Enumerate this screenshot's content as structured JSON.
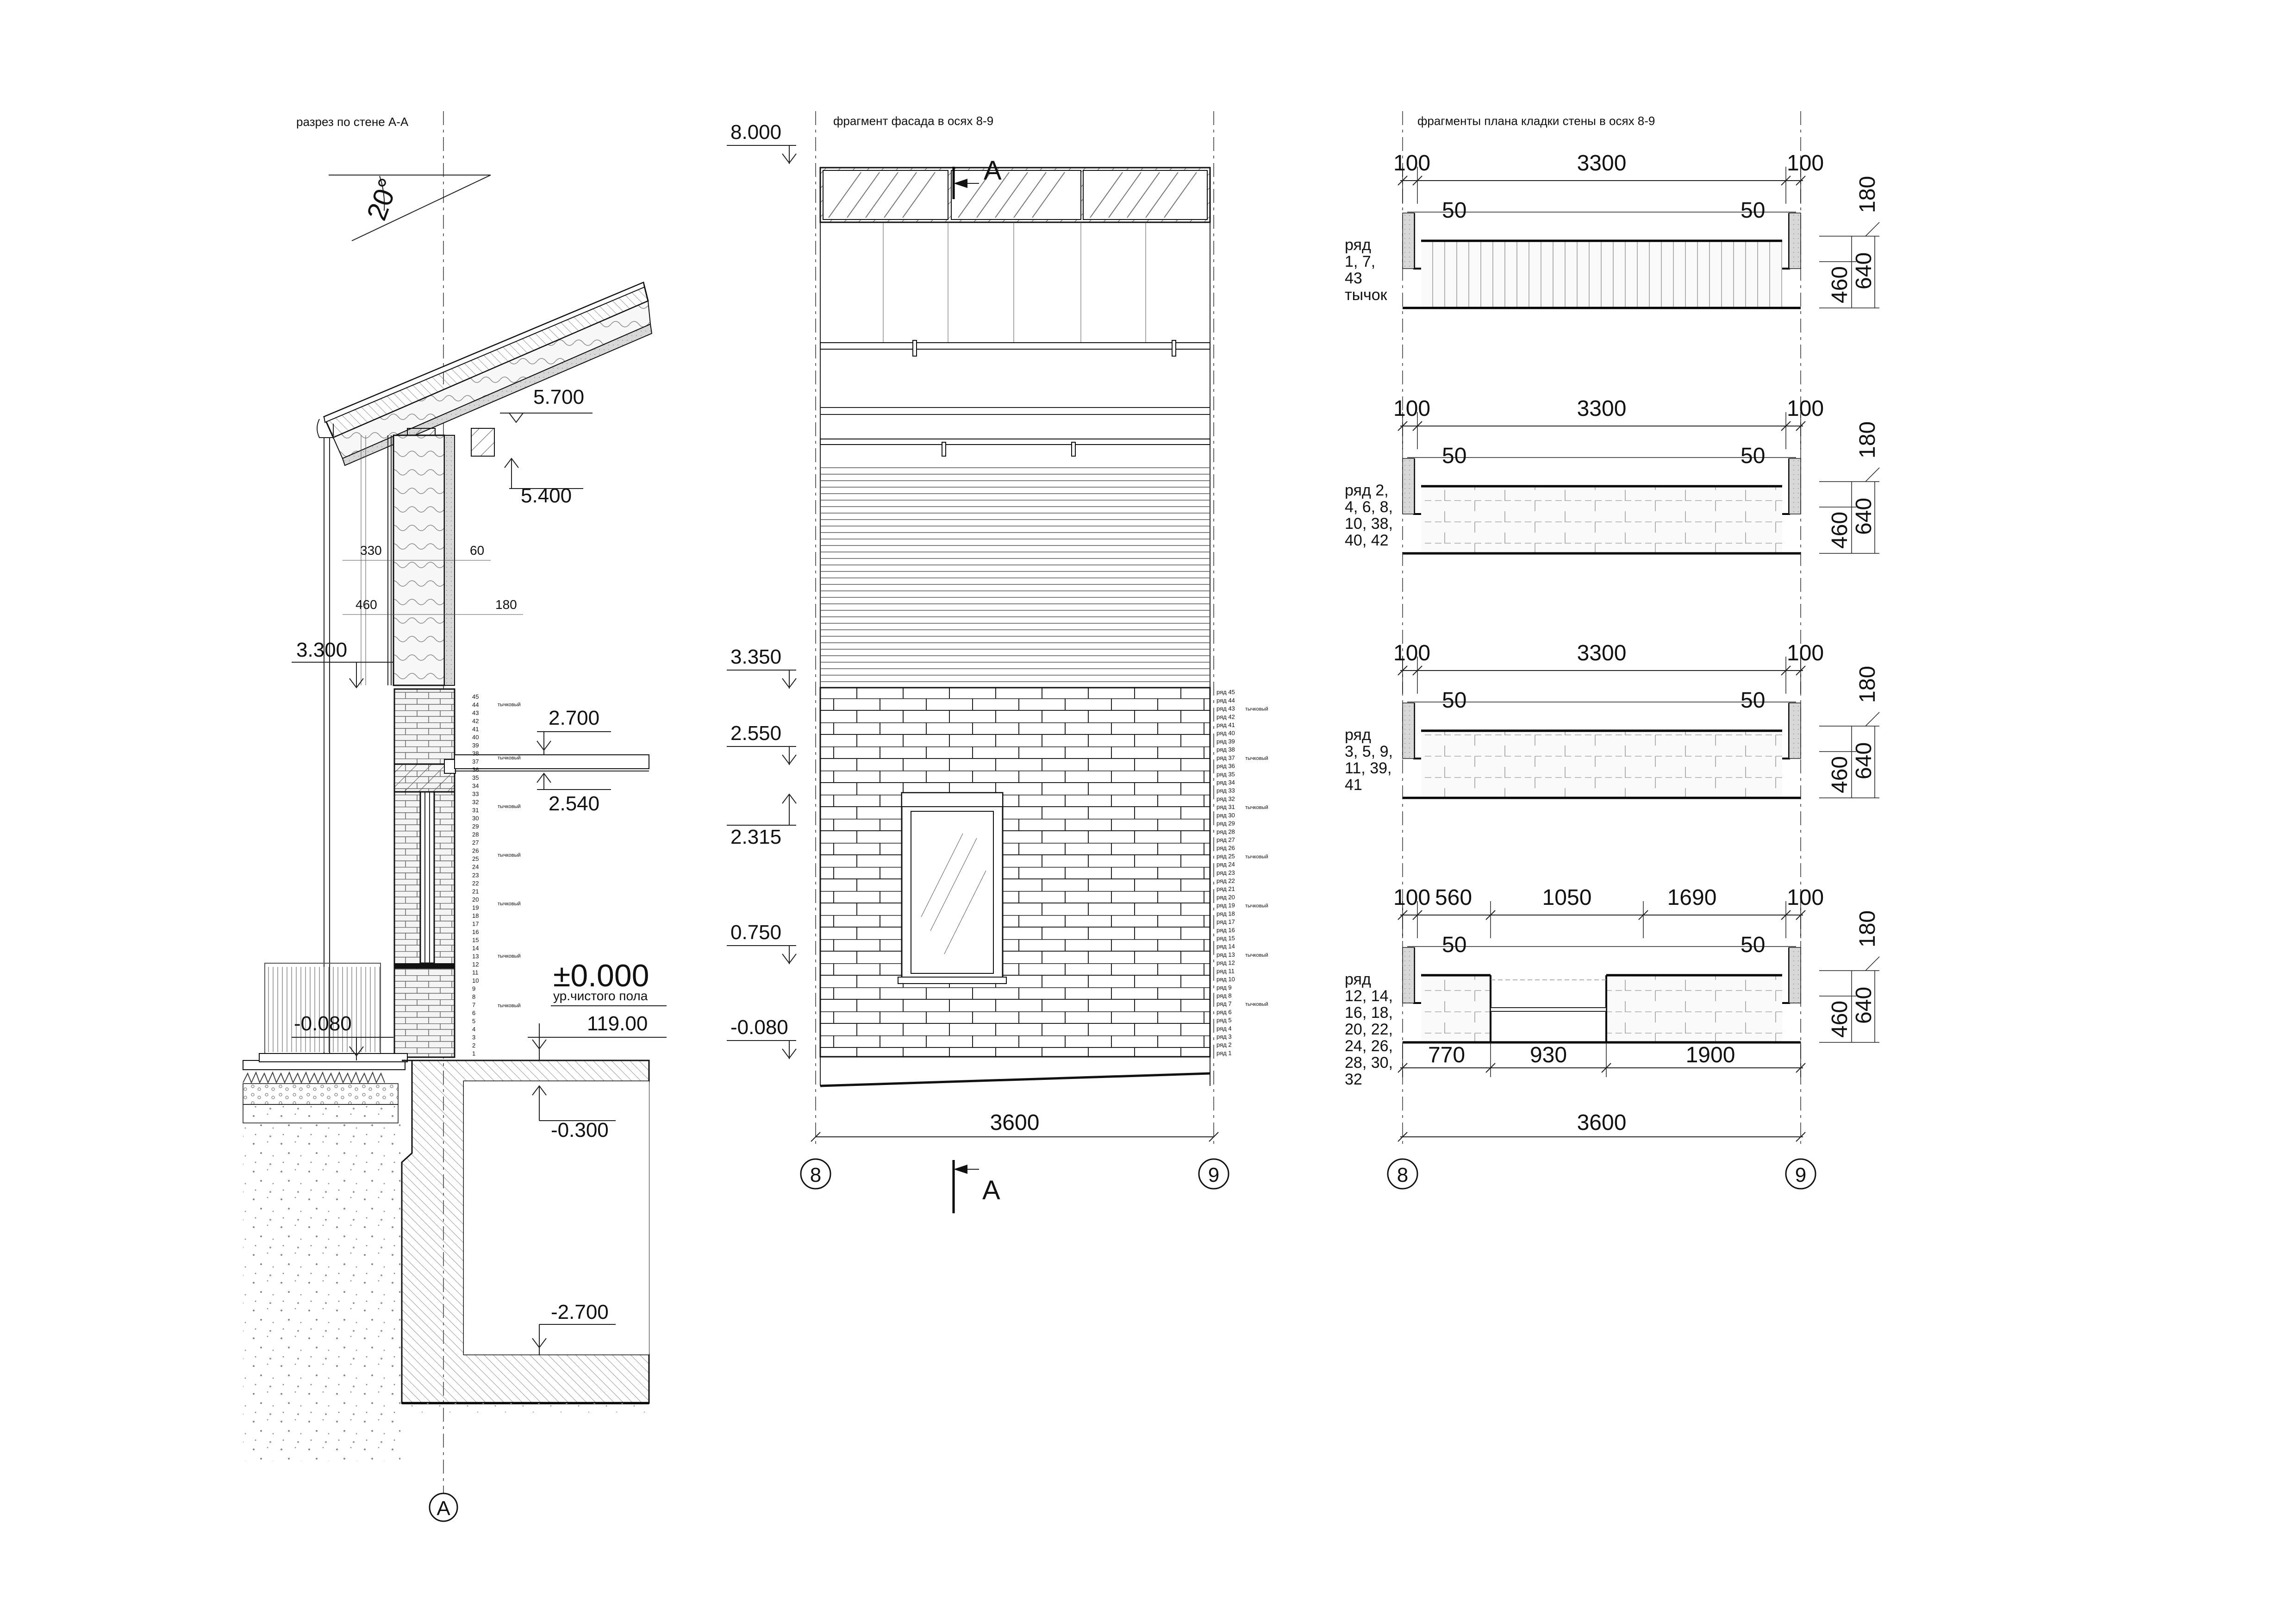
{
  "captions": {
    "section": "разрез по стене А-А",
    "facade": "фрагмент фасада в осях 8-9",
    "plans": "фрагменты плана кладки стены в осях 8-9"
  },
  "section": {
    "roof_angle": "20°",
    "levels": {
      "ridge_eave": "5.700",
      "beam": "5.400",
      "l3300": "3.300",
      "lintel_top": "2.700",
      "lintel_bottom": "2.540",
      "ground": "-0.080",
      "floor": "±0.000",
      "floor_note": "ур.чистого пола",
      "abs": "119.00",
      "slab": "-0.300",
      "basement": "-2.700"
    },
    "dims": {
      "d330": "330",
      "d60": "60",
      "d460": "460",
      "d180": "180"
    },
    "course_numbers": [
      "45",
      "44",
      "43",
      "42",
      "41",
      "40",
      "39",
      "38",
      "37",
      "36",
      "35",
      "34",
      "33",
      "32",
      "31",
      "30",
      "29",
      "28",
      "27",
      "26",
      "25",
      "24",
      "23",
      "22",
      "21",
      "20",
      "19",
      "18",
      "17",
      "16",
      "15",
      "14",
      "13",
      "12",
      "11",
      "10",
      "9",
      "8",
      "7",
      "6",
      "5",
      "4",
      "3",
      "2",
      "1"
    ],
    "header_note": "тычковый",
    "axis": "А"
  },
  "facade": {
    "levels": [
      "8.000",
      "3.350",
      "2.550",
      "2.315",
      "0.750",
      "-0.080"
    ],
    "cut_mark": "А",
    "overall_dim": "3600",
    "axis_left": "8",
    "axis_right": "9",
    "row_labels": [
      "ряд 45",
      "ряд 44",
      "ряд 43",
      "ряд 42",
      "ряд 41",
      "ряд 40",
      "ряд 39",
      "ряд 38",
      "ряд 37",
      "ряд 36",
      "ряд 35",
      "ряд 34",
      "ряд 33",
      "ряд 32",
      "ряд 31",
      "ряд 30",
      "ряд 29",
      "ряд 28",
      "ряд 27",
      "ряд 26",
      "ряд 25",
      "ряд 24",
      "ряд 23",
      "ряд 22",
      "ряд 21",
      "ряд 20",
      "ряд 19",
      "ряд 18",
      "ряд 17",
      "ряд 16",
      "ряд 15",
      "ряд 14",
      "ряд 13",
      "ряд 12",
      "ряд 11",
      "ряд 10",
      "ряд 9",
      "ряд 8",
      "ряд 7",
      "ряд 6",
      "ряд 5",
      "ряд 4",
      "ряд 3",
      "ряд 2",
      "ряд 1"
    ],
    "header_note": "тычковый"
  },
  "plans": {
    "rows": [
      {
        "label": [
          "ряд",
          "1, 7,",
          "43",
          "тычок"
        ],
        "top": [
          "100",
          "3300",
          "100"
        ],
        "inner": [
          "50",
          "50"
        ],
        "side": [
          "180",
          "460",
          "640"
        ]
      },
      {
        "label": [
          "ряд 2,",
          "4, 6, 8,",
          "10, 38,",
          "40, 42"
        ],
        "top": [
          "100",
          "3300",
          "100"
        ],
        "inner": [
          "50",
          "50"
        ],
        "side": [
          "180",
          "460",
          "640"
        ]
      },
      {
        "label": [
          "ряд",
          "3, 5, 9,",
          "11, 39,",
          "41"
        ],
        "top": [
          "100",
          "3300",
          "100"
        ],
        "inner": [
          "50",
          "50"
        ],
        "side": [
          "180",
          "460",
          "640"
        ]
      },
      {
        "label": [
          "ряд",
          "12, 14,",
          "16, 18,",
          "20, 22,",
          "24, 26,",
          "28, 30,",
          "32"
        ],
        "top": [
          "100",
          "560",
          "1050",
          "1690",
          "100"
        ],
        "inner": [
          "50",
          "50"
        ],
        "side": [
          "180",
          "460",
          "640"
        ],
        "bottom": [
          "770",
          "930",
          "1900"
        ]
      }
    ],
    "overall_dim": "3600",
    "axis_left": "8",
    "axis_right": "9"
  }
}
